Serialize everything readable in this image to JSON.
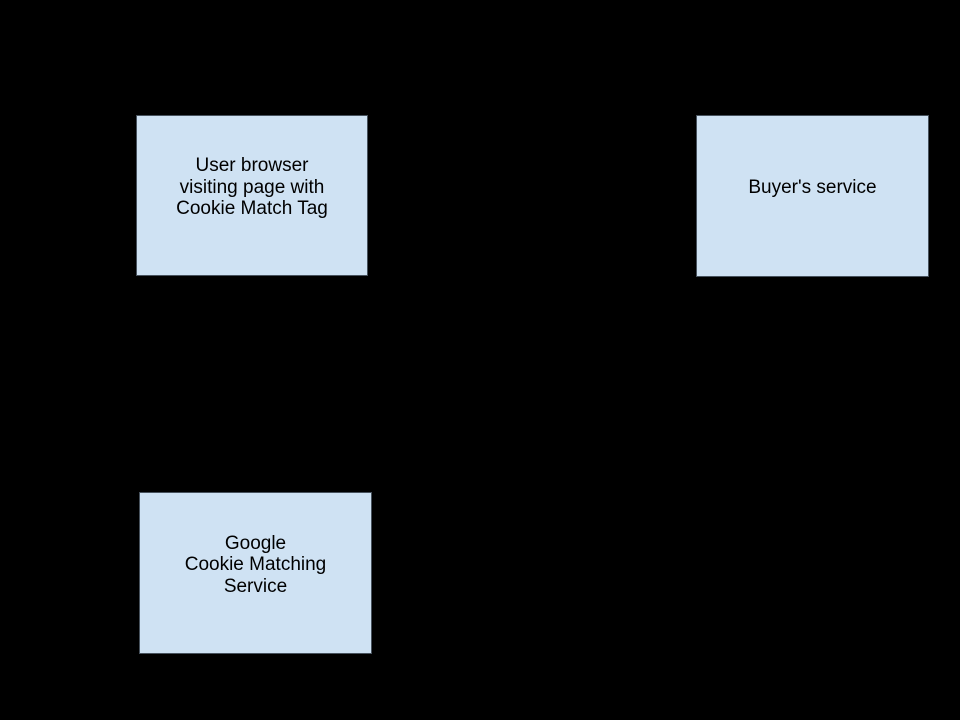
{
  "diagram": {
    "colors": {
      "background": "#000000",
      "node_fill": "#cfe2f3",
      "node_border": "#47525d",
      "node_text": "#000000"
    },
    "nodes": [
      {
        "id": "user-browser",
        "lines": [
          "User browser",
          "visiting page with",
          "Cookie Match Tag"
        ]
      },
      {
        "id": "buyers-service",
        "lines": [
          "Buyer's service"
        ]
      },
      {
        "id": "google-cookie-matching-service",
        "lines": [
          "Google",
          "Cookie Matching",
          "Service"
        ]
      }
    ]
  }
}
